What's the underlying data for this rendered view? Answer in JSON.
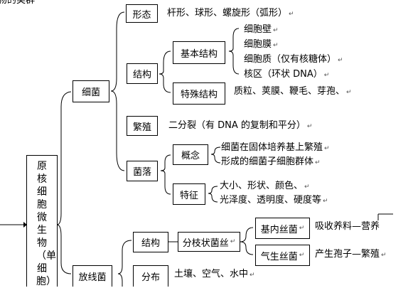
{
  "header_fragment": "物的类群",
  "root_label": "原核细胞微生物（单细胞）",
  "return_mark": "↵",
  "bacteria": {
    "label": "细菌",
    "form": {
      "label": "形态",
      "text": "杆形、球形、螺旋形（弧形）"
    },
    "structure": {
      "label": "结构",
      "basic": {
        "label": "基本结构",
        "items": [
          "细胞壁",
          "细胞膜",
          "细胞质（仅有核糖体）",
          "核区（环状 DNA）"
        ]
      },
      "special": {
        "label": "特殊结构",
        "text": "质粒、荚膜、鞭毛、芽孢、"
      }
    },
    "reproduction": {
      "label": "繁殖",
      "text": "二分裂（有 DNA 的复制和平分）"
    },
    "colony": {
      "label": "菌落",
      "concept": {
        "label": "概念",
        "lines": [
          "细菌在固体培养基上繁殖",
          "形成的细菌子细胞群体"
        ]
      },
      "feature": {
        "label": "特征",
        "lines": [
          "大小、形状、颜色、",
          "光泽度、透明度、硬度等"
        ]
      }
    }
  },
  "actinomycete": {
    "label": "放线菌",
    "structure": {
      "label": "结构",
      "branch": "分枝状菌丝",
      "inner": {
        "label": "基内丝菌",
        "text": "吸收养料—营养"
      },
      "aerial": {
        "label": "气生丝菌",
        "text": "产生孢子—繁殖"
      }
    },
    "distribution": {
      "label": "分布",
      "text": "土壤、空气、水中"
    }
  }
}
